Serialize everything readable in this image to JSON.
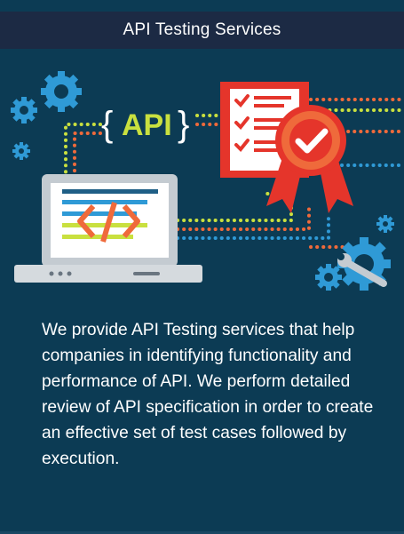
{
  "header": {
    "title": "API Testing Services"
  },
  "illustration": {
    "api_label": "API",
    "api_brace_open": "{",
    "api_brace_close": "}",
    "icons": [
      "gear-icon",
      "api-badge",
      "checklist-clipboard-icon",
      "award-ribbon-icon",
      "laptop-code-icon",
      "gear-wrench-icon"
    ],
    "colors": {
      "background": "#0c3b54",
      "header": "#1c2a44",
      "blue_gear": "#2f9ad6",
      "lime": "#c9e03f",
      "orange": "#ef6a3b",
      "red": "#e5352b",
      "laptop": "#c4cbd1"
    }
  },
  "content": {
    "paragraph": "We provide API Testing services that help companies in identifying functionality and performance of API. We perform detailed review of API specification in order to create an effective set of test cases followed by execution."
  }
}
